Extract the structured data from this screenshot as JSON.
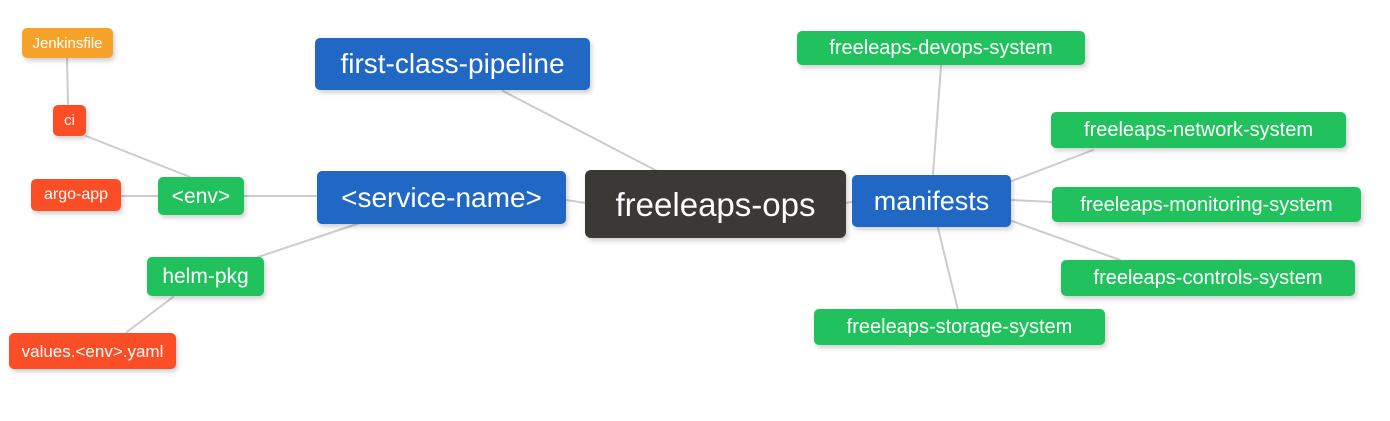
{
  "palette": {
    "blue": "#2068c3",
    "green": "#21c25e",
    "orange": "#f7a22a",
    "red": "#fb4e26",
    "dark": "#3b3936",
    "edge": "#cccccc",
    "background": "#ffffff"
  },
  "mindmap": {
    "root_label": "freeleaps-ops",
    "nodes": [
      {
        "id": "jenkinsfile",
        "label": "Jenkinsfile",
        "color": "orange"
      },
      {
        "id": "ci",
        "label": "ci",
        "color": "red"
      },
      {
        "id": "argo-app",
        "label": "argo-app",
        "color": "red"
      },
      {
        "id": "env",
        "label": "<env>",
        "color": "green"
      },
      {
        "id": "first-class-pipeline",
        "label": "first-class-pipeline",
        "color": "blue"
      },
      {
        "id": "service-name",
        "label": "<service-name>",
        "color": "blue"
      },
      {
        "id": "helm-pkg",
        "label": "helm-pkg",
        "color": "green"
      },
      {
        "id": "values-env-yaml",
        "label": "values.<env>.yaml",
        "color": "red"
      },
      {
        "id": "freeleaps-ops",
        "label": "freeleaps-ops",
        "color": "dark",
        "role": "root"
      },
      {
        "id": "manifests",
        "label": "manifests",
        "color": "blue"
      },
      {
        "id": "devops-system",
        "label": "freeleaps-devops-system",
        "color": "green"
      },
      {
        "id": "network-system",
        "label": "freeleaps-network-system",
        "color": "green"
      },
      {
        "id": "monitoring-system",
        "label": "freeleaps-monitoring-system",
        "color": "green"
      },
      {
        "id": "controls-system",
        "label": "freeleaps-controls-system",
        "color": "green"
      },
      {
        "id": "storage-system",
        "label": "freeleaps-storage-system",
        "color": "green"
      }
    ],
    "edges": [
      {
        "from": "jenkinsfile",
        "to": "ci"
      },
      {
        "from": "ci",
        "to": "env"
      },
      {
        "from": "argo-app",
        "to": "env"
      },
      {
        "from": "env",
        "to": "service-name"
      },
      {
        "from": "first-class-pipeline",
        "to": "freeleaps-ops"
      },
      {
        "from": "service-name",
        "to": "freeleaps-ops"
      },
      {
        "from": "service-name",
        "to": "helm-pkg"
      },
      {
        "from": "helm-pkg",
        "to": "values-env-yaml"
      },
      {
        "from": "freeleaps-ops",
        "to": "manifests"
      },
      {
        "from": "manifests",
        "to": "devops-system"
      },
      {
        "from": "manifests",
        "to": "network-system"
      },
      {
        "from": "manifests",
        "to": "monitoring-system"
      },
      {
        "from": "manifests",
        "to": "controls-system"
      },
      {
        "from": "manifests",
        "to": "storage-system"
      }
    ]
  }
}
